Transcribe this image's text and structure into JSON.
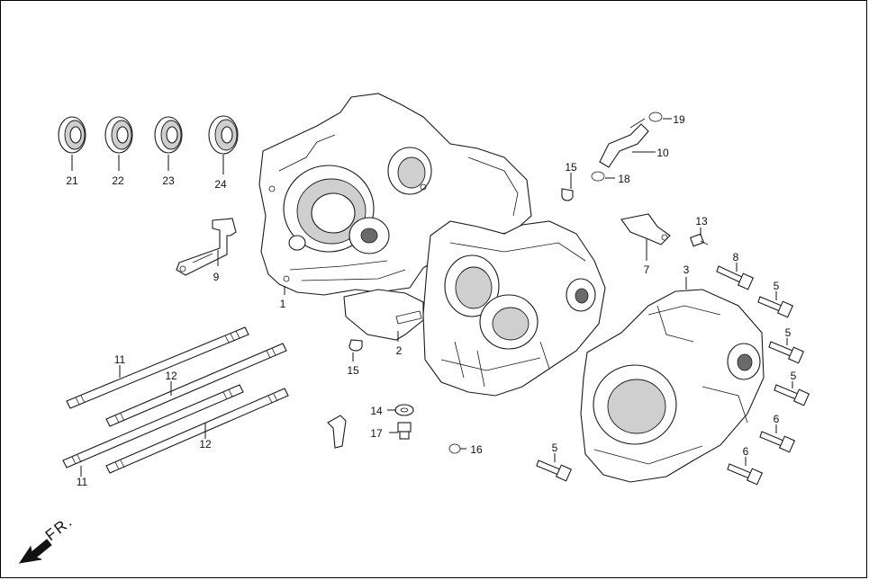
{
  "diagram": {
    "direction_label": "FR.",
    "callouts": {
      "c1": "1",
      "c2": "2",
      "c3": "3",
      "c5a": "5",
      "c5b": "5",
      "c5c": "5",
      "c5d": "5",
      "c6a": "6",
      "c6b": "6",
      "c7": "7",
      "c8": "8",
      "c9": "9",
      "c10": "10",
      "c11a": "11",
      "c11b": "11",
      "c12a": "12",
      "c12b": "12",
      "c13": "13",
      "c14": "14",
      "c15a": "15",
      "c15b": "15",
      "c16": "16",
      "c17": "17",
      "c18": "18",
      "c19": "19",
      "c21": "21",
      "c22": "22",
      "c23": "23",
      "c24": "24"
    }
  }
}
